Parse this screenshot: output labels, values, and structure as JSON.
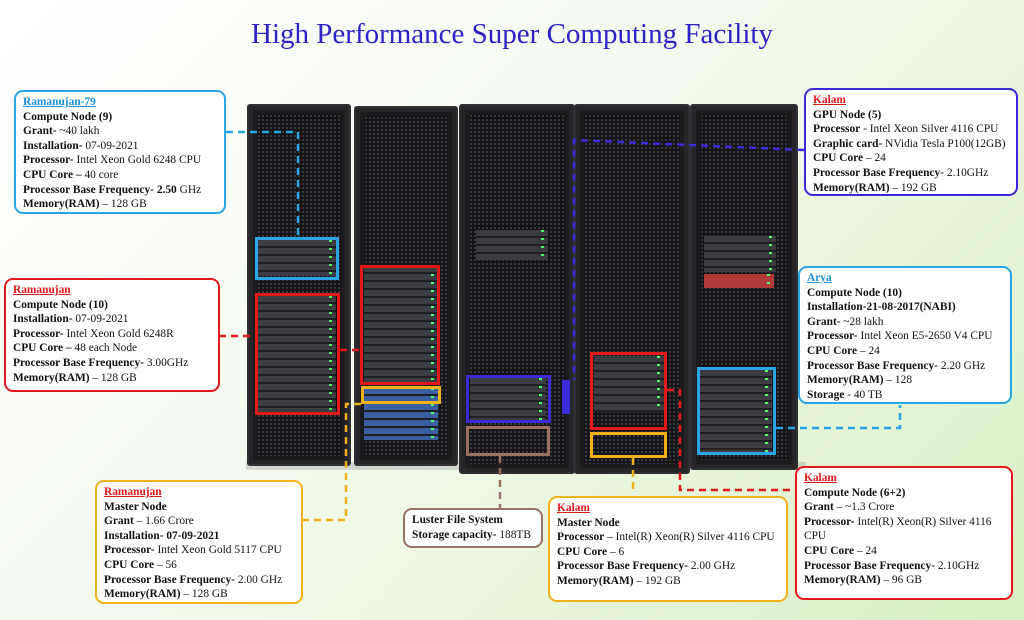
{
  "title": "High Performance Super Computing Facility",
  "colors": {
    "blue": "#2aa6e6",
    "red": "#e0191b",
    "purple": "#3a2bd6",
    "orange": "#f0b21b",
    "brown": "#9a7060",
    "title": "#2d22c8"
  },
  "boxes": {
    "ram79": {
      "heading": "Ramanujan-79",
      "l1_label": "Compute Node (9)",
      "l1_value": "",
      "l2_label": "Grant-",
      "l2_value": " ~40 lakh",
      "l3_label": "Installation-",
      "l3_value": " 07-09-2021",
      "l4_label": "Processor-",
      "l4_value": " Intel Xeon Gold 6248 CPU",
      "l5_label": "CPU Core –",
      "l5_value": " 40 core",
      "l6_label": "Processor Base Frequency- 2.50",
      "l6_value": " GHz",
      "l7_label": "Memory(RAM)",
      "l7_value": " – 128 GB"
    },
    "ram": {
      "heading": "Ramanujan",
      "l1_label": "Compute Node (10)",
      "l1_value": "",
      "l2_label": "Installation-",
      "l2_value": " 07-09-2021",
      "l3_label": "Processor-",
      "l3_value": " Intel Xeon Gold 6248R",
      "l4_label": "CPU Core –",
      "l4_value": " 48 each Node",
      "l5_label": "Processor Base Frequency-",
      "l5_value": " 3.00GHz",
      "l6_label": "Memory(RAM)",
      "l6_value": " – 128 GB"
    },
    "rammaster": {
      "heading": "Ramanujan",
      "l1_label": "Master Node",
      "l1_value": "",
      "l2_label": "Grant",
      "l2_value": " – 1.66 Crore",
      "l3_label": "Installation- 07-09-2021",
      "l3_value": "",
      "l4_label": "Processor-",
      "l4_value": " Intel Xeon Gold 5117 CPU",
      "l5_label": "CPU Core",
      "l5_value": " – 56",
      "l6_label": "Processor Base Frequency-",
      "l6_value": " 2.00 GHz",
      "l7_label": "Memory(RAM)",
      "l7_value": " – 128 GB"
    },
    "luster": {
      "l1_label": "Luster File System",
      "l1_value": "",
      "l2_label": "Storage capacity-",
      "l2_value": " 188TB"
    },
    "kalammaster": {
      "heading": "Kalam",
      "l1_label": "Master Node",
      "l1_value": "",
      "l2_label": "Processor",
      "l2_value": " – Intel(R) Xeon(R) Silver 4116 CPU",
      "l3_label": "CPU Core",
      "l3_value": " – 6",
      "l4_label": "Processor Base Frequency-",
      "l4_value": " 2.00 GHz",
      "l5_label": "Memory(RAM)",
      "l5_value": " – 192 GB"
    },
    "kalamgpu": {
      "heading": "Kalam",
      "l1_label": "GPU Node (5)",
      "l1_value": "",
      "l2_label": "Processor",
      "l2_value": " - Intel Xeon Silver 4116 CPU",
      "l3_label": "Graphic card-",
      "l3_value": " NVidia Tesla P100(12GB)",
      "l4_label": "CPU Core",
      "l4_value": " – 24",
      "l5_label": "Processor Base Frequency-",
      "l5_value": " 2.10GHz",
      "l6_label": "Memory(RAM)",
      "l6_value": " – 192 GB"
    },
    "arya": {
      "heading": "Arya",
      "l1_label": "Compute Node (10)",
      "l1_value": "",
      "l2_label": "Installation-21-08-2017(NABI)",
      "l2_value": "",
      "l3_label": "Grant-",
      "l3_value": " ~28 lakh",
      "l4_label": "Processor-",
      "l4_value": " Intel Xeon E5-2650 V4 CPU",
      "l5_label": "CPU Core",
      "l5_value": " – 24",
      "l6_label": "Processor Base Frequency-",
      "l6_value": " 2.20 GHz",
      "l7_label": "Memory(RAM)",
      "l7_value": " – 128",
      "l8_label": "Storage",
      "l8_value": " - 40 TB"
    },
    "kalamcompute": {
      "heading": "Kalam",
      "l1_label": "Compute Node (6+2)",
      "l1_value": "",
      "l2_label": "Grant",
      "l2_value": " – ~1.3 Crore",
      "l3_label": "Processor-",
      "l3_value": " Intel(R) Xeon(R) Silver 4116",
      "l4_label": "",
      "l4_value": "CPU",
      "l5_label": "CPU Core",
      "l5_value": " – 24",
      "l6_label": "Processor Base Frequency-",
      "l6_value": " 2.10GHz",
      "l7_label": "Memory(RAM)",
      "l7_value": " – 96 GB"
    }
  }
}
